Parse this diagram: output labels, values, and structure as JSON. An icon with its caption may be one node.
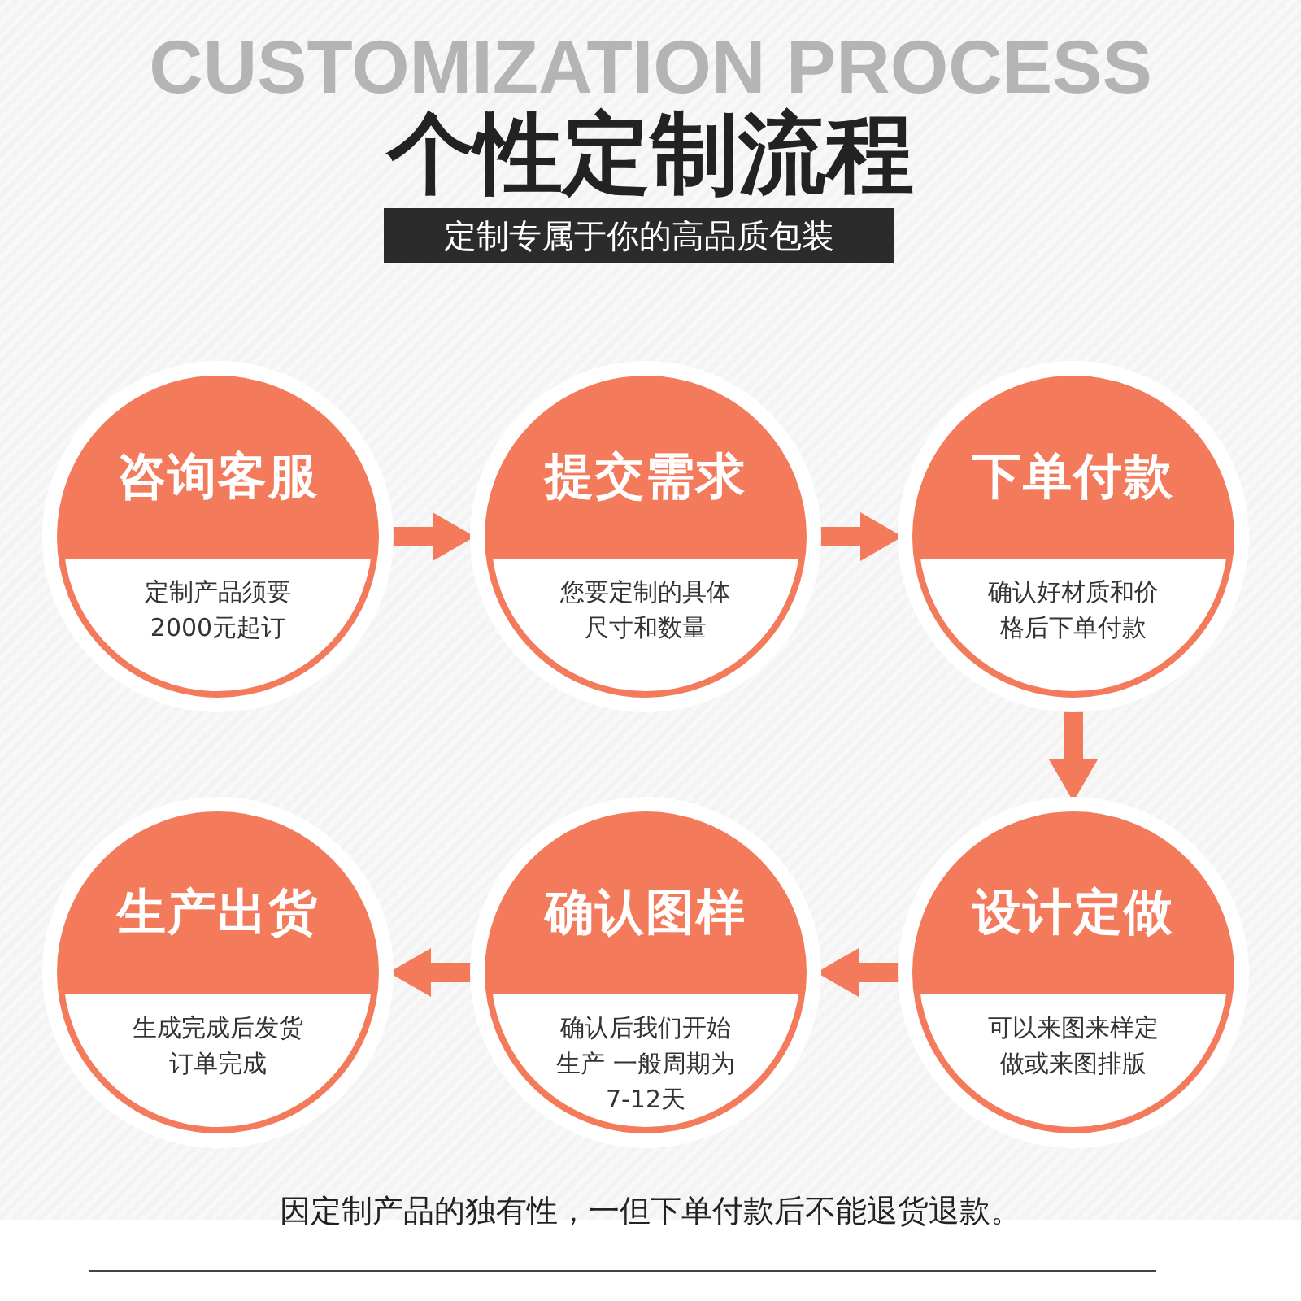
{
  "diagram": {
    "title": "个性定制流程",
    "nodes": [
      {
        "text": [
          "咨询客服",
          "定制产品须要2000元起订"
        ]
      },
      {
        "text": [
          "提交需求",
          "您要定制的具体尺寸和数量"
        ]
      },
      {
        "text": [
          "下单付款",
          "确认好材质和价格后下单付款"
        ]
      },
      {
        "text": [
          "设计定做",
          "可以来图来样定做或来图排版"
        ]
      },
      {
        "text": [
          "确认图样",
          "确认后我们开始生产 一般周期为7-12天"
        ]
      },
      {
        "text": [
          "生产出货",
          "生成完成后发货订单完成"
        ]
      }
    ],
    "edges": [
      {
        "from": 0,
        "to": 1,
        "arrow": "to"
      },
      {
        "from": 1,
        "to": 2,
        "arrow": "to"
      },
      {
        "from": 2,
        "to": 3,
        "arrow": "to"
      },
      {
        "from": 3,
        "to": 4,
        "arrow": "to"
      },
      {
        "from": 4,
        "to": 5,
        "arrow": "to"
      }
    ],
    "labels": [
      "CUSTOMIZATION PROCESS",
      "定制专属于你的高品质包装",
      "因定制产品的独有性，一但下单付款后不能退货退款。"
    ]
  }
}
